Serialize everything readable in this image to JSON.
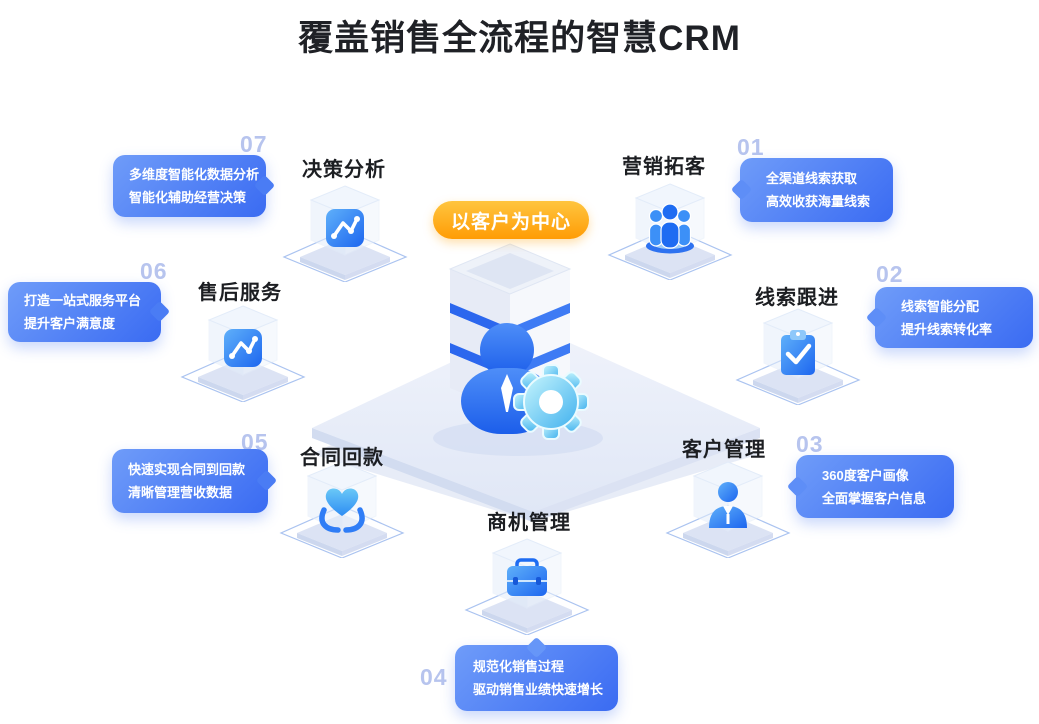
{
  "title": "覆盖销售全流程的智慧CRM",
  "center": {
    "badge": "以客户为中心",
    "illustration": [
      "server-stack",
      "person",
      "gear",
      "platform"
    ]
  },
  "nodes": [
    {
      "number": "01",
      "label": "营销拓客",
      "icon": "team-icon",
      "callout_lines": [
        "全渠道线索获取",
        "高效收获海量线索"
      ],
      "callout_side": "right-of-node"
    },
    {
      "number": "02",
      "label": "线索跟进",
      "icon": "clipboard-check-icon",
      "callout_lines": [
        "线索智能分配",
        "提升线索转化率"
      ],
      "callout_side": "right-of-node"
    },
    {
      "number": "03",
      "label": "客户管理",
      "icon": "customer-icon",
      "callout_lines": [
        "360度客户画像",
        "全面掌握客户信息"
      ],
      "callout_side": "right-of-node"
    },
    {
      "number": "04",
      "label": "商机管理",
      "icon": "briefcase-icon",
      "callout_lines": [
        "规范化销售过程",
        "驱动销售业绩快速增长"
      ],
      "callout_side": "below-node"
    },
    {
      "number": "05",
      "label": "合同回款",
      "icon": "heart-hands-icon",
      "callout_lines": [
        "快速实现合同到回款",
        "清晰管理营收数据"
      ],
      "callout_side": "left-of-node"
    },
    {
      "number": "06",
      "label": "售后服务",
      "icon": "chart-line-icon",
      "callout_lines": [
        "打造一站式服务平台",
        "提升客户满意度"
      ],
      "callout_side": "left-of-node"
    },
    {
      "number": "07",
      "label": "决策分析",
      "icon": "chart-line-icon",
      "callout_lines": [
        "多维度智能化数据分析",
        "智能化辅助经营决策"
      ],
      "callout_side": "left-of-node"
    }
  ],
  "colors": {
    "bubble_from": "#6F9CF9",
    "bubble_to": "#3A6BF2",
    "number": "#B7C4EE",
    "badge_from": "#FFC53F",
    "badge_to": "#FF9C05",
    "icon_blue": "#1E6CF2",
    "gear_cyan": "#45B5EF",
    "platform": "#E6EBF8",
    "title_text": "#1F2126"
  }
}
